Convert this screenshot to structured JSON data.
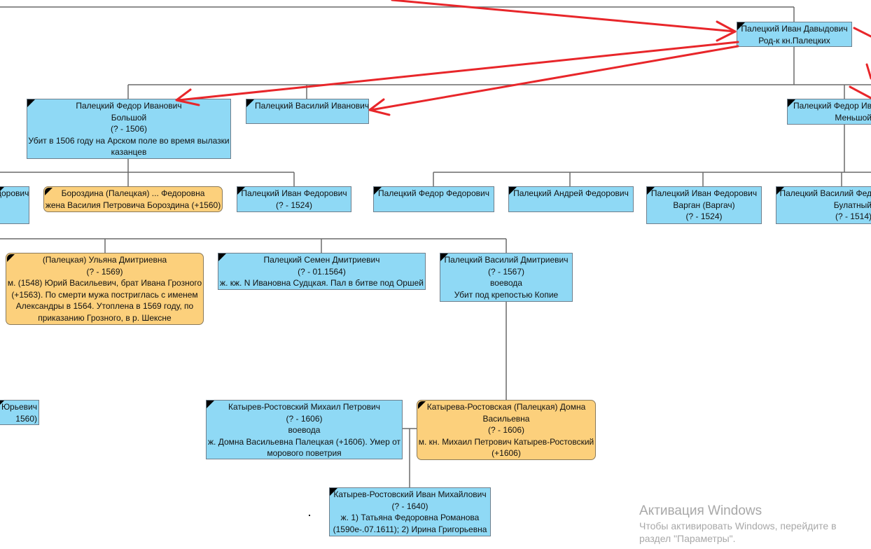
{
  "people": [
    {
      "id": "ivan-davydovich",
      "sex": "m",
      "lines": [
        "Палецкий Иван Давыдович",
        "Род-к кн.Палецких"
      ]
    },
    {
      "id": "fedor-ivanovich-bolshoy",
      "sex": "m",
      "lines": [
        "Палецкий Федор Иванович",
        "Большой",
        "(? - 1506)",
        "Убит в 1506 году на Арском поле во время вылазки",
        "казанцев"
      ]
    },
    {
      "id": "vasily-ivanovich",
      "sex": "m",
      "lines": [
        "Палецкий Василий Иванович"
      ]
    },
    {
      "id": "fedor-ivanovich-menshoy",
      "sex": "m",
      "lines": [
        "Палецкий Федор Ив",
        "Меньшой"
      ]
    },
    {
      "id": "left-cut-1",
      "sex": "m",
      "lines": [
        "дорович"
      ]
    },
    {
      "id": "borozdina",
      "sex": "f",
      "lines": [
        "Бороздина (Палецкая) ... Федоровна",
        "жена Василия Петровича Бороздина (+1560)"
      ]
    },
    {
      "id": "ivan-fedorovich-1",
      "sex": "m",
      "lines": [
        "Палецкий Иван Федорович",
        "(? - 1524)"
      ]
    },
    {
      "id": "fedor-fedorovich",
      "sex": "m",
      "lines": [
        "Палецкий Федор Федорович"
      ]
    },
    {
      "id": "andrey-fedorovich",
      "sex": "m",
      "lines": [
        "Палецкий Андрей Федорович"
      ]
    },
    {
      "id": "ivan-fedorovich-vargan",
      "sex": "m",
      "lines": [
        "Палецкий Иван Федорович",
        "Варган (Варгач)",
        "(? - 1524)"
      ]
    },
    {
      "id": "vasily-fedorovich-bulatny",
      "sex": "m",
      "lines": [
        "Палецкий Василий Фед",
        "Булатный",
        "(? - 1514)"
      ]
    },
    {
      "id": "ulyana-dmitrievna",
      "sex": "f",
      "lines": [
        "(Палецкая) Ульяна Дмитриевна",
        "(? - 1569)",
        "м. (1548) Юрий Васильевич, брат Ивана Грозного",
        "(+1563). По смерти мужа постриглась с именем",
        "Александры в 1564. Утоплена в 1569 году, по",
        "приказанию Грозного, в р. Шексне"
      ]
    },
    {
      "id": "semen-dmitrievich",
      "sex": "m",
      "lines": [
        "Палецкий Семен Дмитриевич",
        "(? - 01.1564)",
        "ж. кж. N Ивановна Судцкая. Пал в битве под Оршей"
      ]
    },
    {
      "id": "vasily-dmitrievich",
      "sex": "m",
      "lines": [
        "Палецкий Василий Дмитриевич",
        "(? - 1567)",
        "воевода",
        "Убит под крепостью Копие"
      ]
    },
    {
      "id": "left-cut-2",
      "sex": "m",
      "lines": [
        "Юрьевич",
        "1560)"
      ]
    },
    {
      "id": "mikhail-petrovich",
      "sex": "m",
      "lines": [
        "Катырев-Ростовский Михаил Петрович",
        "(? - 1606)",
        "воевода",
        "ж. Домна Васильевна Палецкая (+1606). Умер от",
        "морового поветрия"
      ]
    },
    {
      "id": "domna-vasilyevna",
      "sex": "f",
      "lines": [
        "Катырева-Ростовская (Палецкая) Домна",
        "Васильевна",
        "(? - 1606)",
        "м. кн. Михаил Петрович Катырев-Ростовский",
        "(+1606)"
      ]
    },
    {
      "id": "ivan-mikhailovich",
      "sex": "m",
      "lines": [
        "Катырев-Ростовский Иван Михайлович",
        "(? - 1640)",
        "ж. 1) Татьяна Федоровна Романова",
        "(1590е-.07.1611); 2) Ирина Григорьевна"
      ]
    }
  ],
  "overlay": {
    "line_color": "#6a6a6a",
    "arrow_color": "#e8262a"
  },
  "watermark": {
    "title": "Активация Windows",
    "subtitle": "Чтобы активировать Windows, перейдите в раздел \"Параметры\"."
  }
}
